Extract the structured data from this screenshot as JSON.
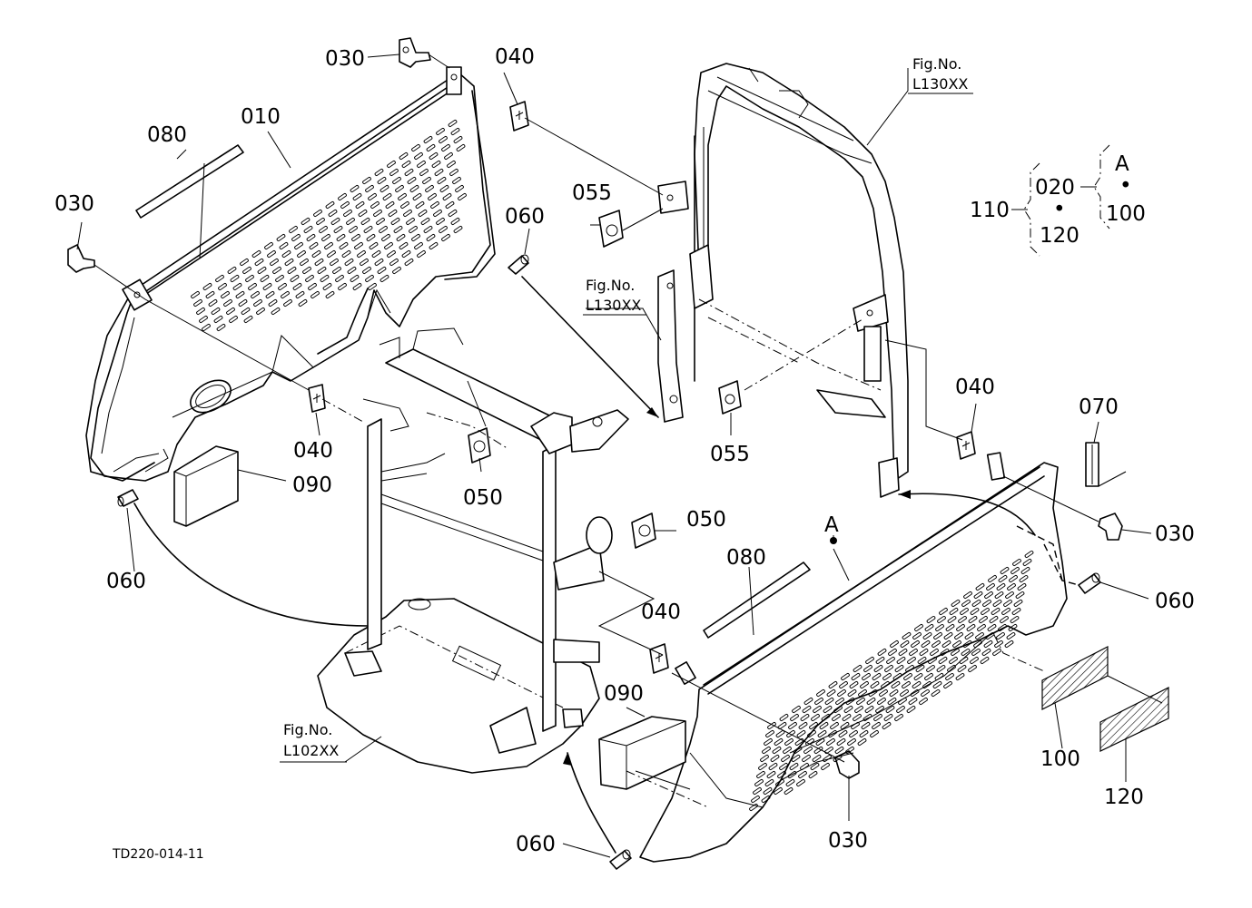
{
  "diagram": {
    "drawing_code": "TD220-014-11",
    "part_labels": {
      "p010": "010",
      "p030_a": "030",
      "p030_b": "030",
      "p030_c": "030",
      "p030_d": "030",
      "p040_a": "040",
      "p040_b": "040",
      "p040_c": "040",
      "p040_d": "040",
      "p050_a": "050",
      "p050_b": "050",
      "p055_a": "055",
      "p055_b": "055",
      "p060_a": "060",
      "p060_b": "060",
      "p060_c": "060",
      "p060_d": "060",
      "p070": "070",
      "p080_a": "080",
      "p080_b": "080",
      "p090_a": "090",
      "p090_b": "090",
      "p100": "100",
      "p120": "120",
      "ref_a": "A"
    },
    "fig_refs": {
      "fig1_line1": "Fig.No.",
      "fig1_line2": "L130XX",
      "fig2_line1": "Fig.No.",
      "fig2_line2": "L130XX",
      "fig3_line1": "Fig.No.",
      "fig3_line2": "L102XX"
    },
    "assembly_key": {
      "k110": "110",
      "k020": "020",
      "k120": "120",
      "kA": "A",
      "k100": "100",
      "dot": "•"
    }
  }
}
